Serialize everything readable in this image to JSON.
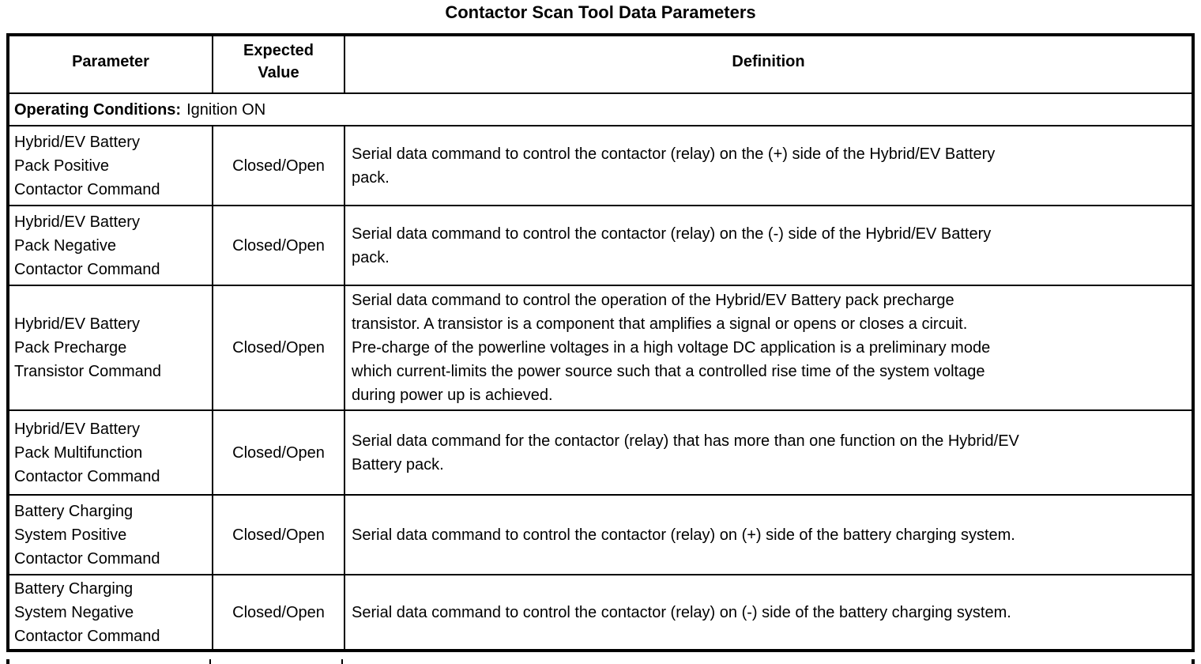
{
  "title": "Contactor Scan Tool Data Parameters",
  "table": {
    "headers": {
      "parameter": "Parameter",
      "expected_value": "Expected\nValue",
      "definition": "Definition"
    },
    "operating_conditions": {
      "label": "Operating Conditions:",
      "value": "Ignition ON"
    },
    "rows": [
      {
        "parameter": "Hybrid/EV Battery\nPack Positive\nContactor Command",
        "expected_value": "Closed/Open",
        "definition": "Serial data command to control the contactor (relay) on the (+) side of the Hybrid/EV Battery\npack."
      },
      {
        "parameter": "Hybrid/EV Battery\nPack Negative\nContactor Command",
        "expected_value": "Closed/Open",
        "definition": "Serial data command to control the contactor (relay) on the (-) side of the Hybrid/EV Battery\npack."
      },
      {
        "parameter": "Hybrid/EV Battery\nPack Precharge\nTransistor Command",
        "expected_value": "Closed/Open",
        "definition": "Serial data command to control the operation of the Hybrid/EV Battery pack precharge\ntransistor. A transistor is a component that amplifies a signal or opens or closes a circuit.\nPre-charge of the powerline voltages in a high voltage DC application is a preliminary mode\nwhich current-limits the power source such that a controlled rise time of the system voltage\nduring power up is achieved."
      },
      {
        "parameter": "Hybrid/EV Battery\nPack Multifunction\nContactor Command",
        "expected_value": "Closed/Open",
        "definition": "Serial data command for the contactor (relay) that has more than one function on the Hybrid/EV\nBattery pack."
      },
      {
        "parameter": "Battery Charging\nSystem Positive\nContactor Command",
        "expected_value": "Closed/Open",
        "definition": "Serial data command to control the contactor (relay) on (+) side of the battery charging system."
      },
      {
        "parameter": "Battery Charging\nSystem Negative\nContactor Command",
        "expected_value": "Closed/Open",
        "definition": "Serial data command to control the contactor (relay) on (-) side of the battery charging system."
      }
    ]
  }
}
